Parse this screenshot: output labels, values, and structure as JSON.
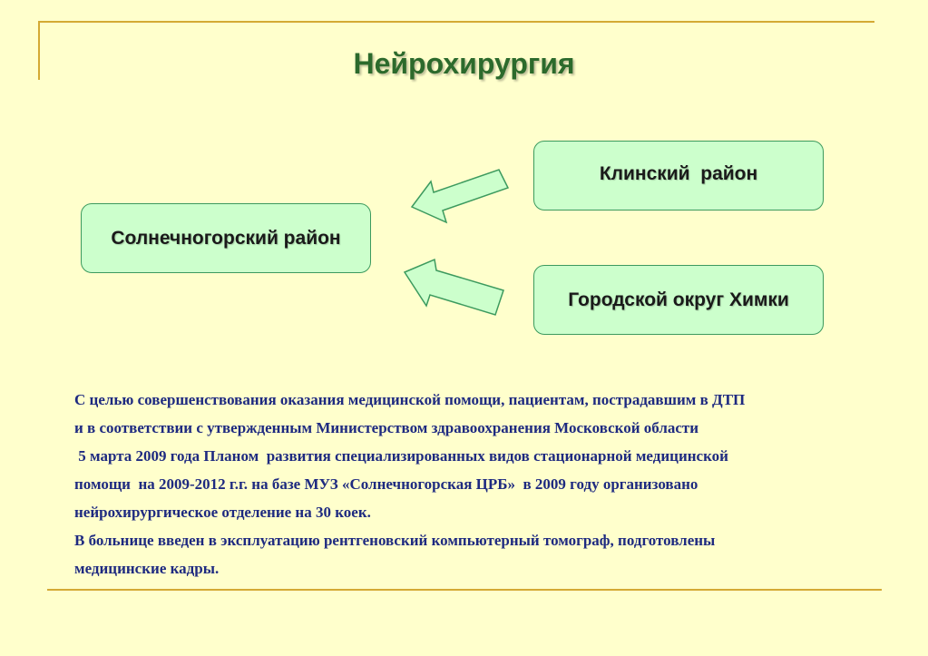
{
  "slide": {
    "title": "Нейрохирургия",
    "accent_color": "#d4aa34",
    "title_color": "#2c6a2c",
    "box_fill": "#ccffcc",
    "box_border": "#3c9a5e",
    "text_color": "#1e2a80"
  },
  "diagram": {
    "target": "Солнечногорский район",
    "sources": [
      "Клинский  район",
      "Городской округ Химки"
    ]
  },
  "body": {
    "lines": [
      "С целью совершенствования оказания медицинской помощи, пациентам, пострадавшим в ДТП",
      "и в соответствии с утвержденным Министерством здравоохранения Московской области",
      " 5 марта 2009 года Планом  развития специализированных видов стационарной медицинской",
      "помощи  на 2009-2012 г.г. на базе МУЗ «Солнечногорская ЦРБ»  в 2009 году организовано",
      "нейрохирургическое отделение на 30 коек.",
      "В больнице введен в эксплуатацию рентгеновский компьютерный томограф, подготовлены",
      "медицинские кадры."
    ]
  }
}
